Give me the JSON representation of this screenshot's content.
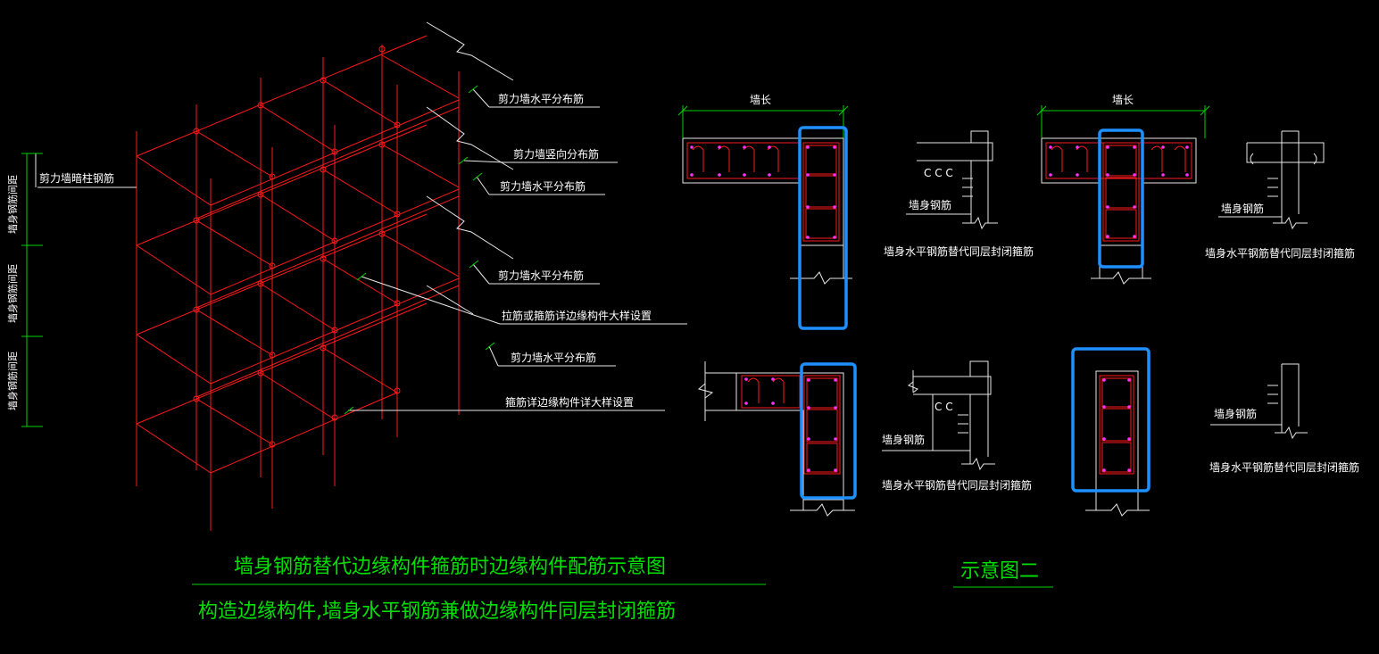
{
  "labels": {
    "horiz_dist_1": "剪力墙水平分布筋",
    "vert_dist": "剪力墙竖向分布筋",
    "horiz_dist_2": "剪力墙水平分布筋",
    "horiz_dist_3": "剪力墙水平分布筋",
    "tie_or_stirrup": "拉筋或箍筋详边缘构件大样设置",
    "horiz_dist_4": "剪力墙水平分布筋",
    "stirrup_detail": "箍筋详边缘构件详大样设置",
    "end_column_bar": "剪力墙暗柱钢筋",
    "wall_bar_spacing_1": "墙身钢筋间距",
    "wall_bar_spacing_2": "墙身钢筋间距",
    "wall_bar_spacing_3": "墙身钢筋间距",
    "wall_length_1": "墙长",
    "wall_length_2": "墙长",
    "wall_bar_1": "墙身钢筋",
    "wall_bar_2": "墙身钢筋",
    "wall_bar_3": "墙身钢筋",
    "wall_bar_4": "墙身钢筋",
    "replace_note_1": "墙身水平钢筋替代同层封闭箍筋",
    "replace_note_2": "墙身水平钢筋替代同层封闭箍筋",
    "replace_note_3": "墙身水平钢筋替代同层封闭箍筋",
    "replace_note_4": "墙身水平钢筋替代同层封闭箍筋",
    "hook_c_1": "C C C",
    "hook_c_2": "C C"
  },
  "titles": {
    "main_title": "墙身钢筋替代边缘构件箍筋时边缘构件配筋示意图",
    "sub_title": "构造边缘构件,墙身水平钢筋兼做边缘构件同层封闭箍筋",
    "diagram_two": "示意图二"
  },
  "colors": {
    "rebar": "#ff1a1a",
    "outline": "#e8e8e8",
    "highlight": "#1e90ff",
    "title": "#00e000",
    "dimension": "#00d000"
  }
}
